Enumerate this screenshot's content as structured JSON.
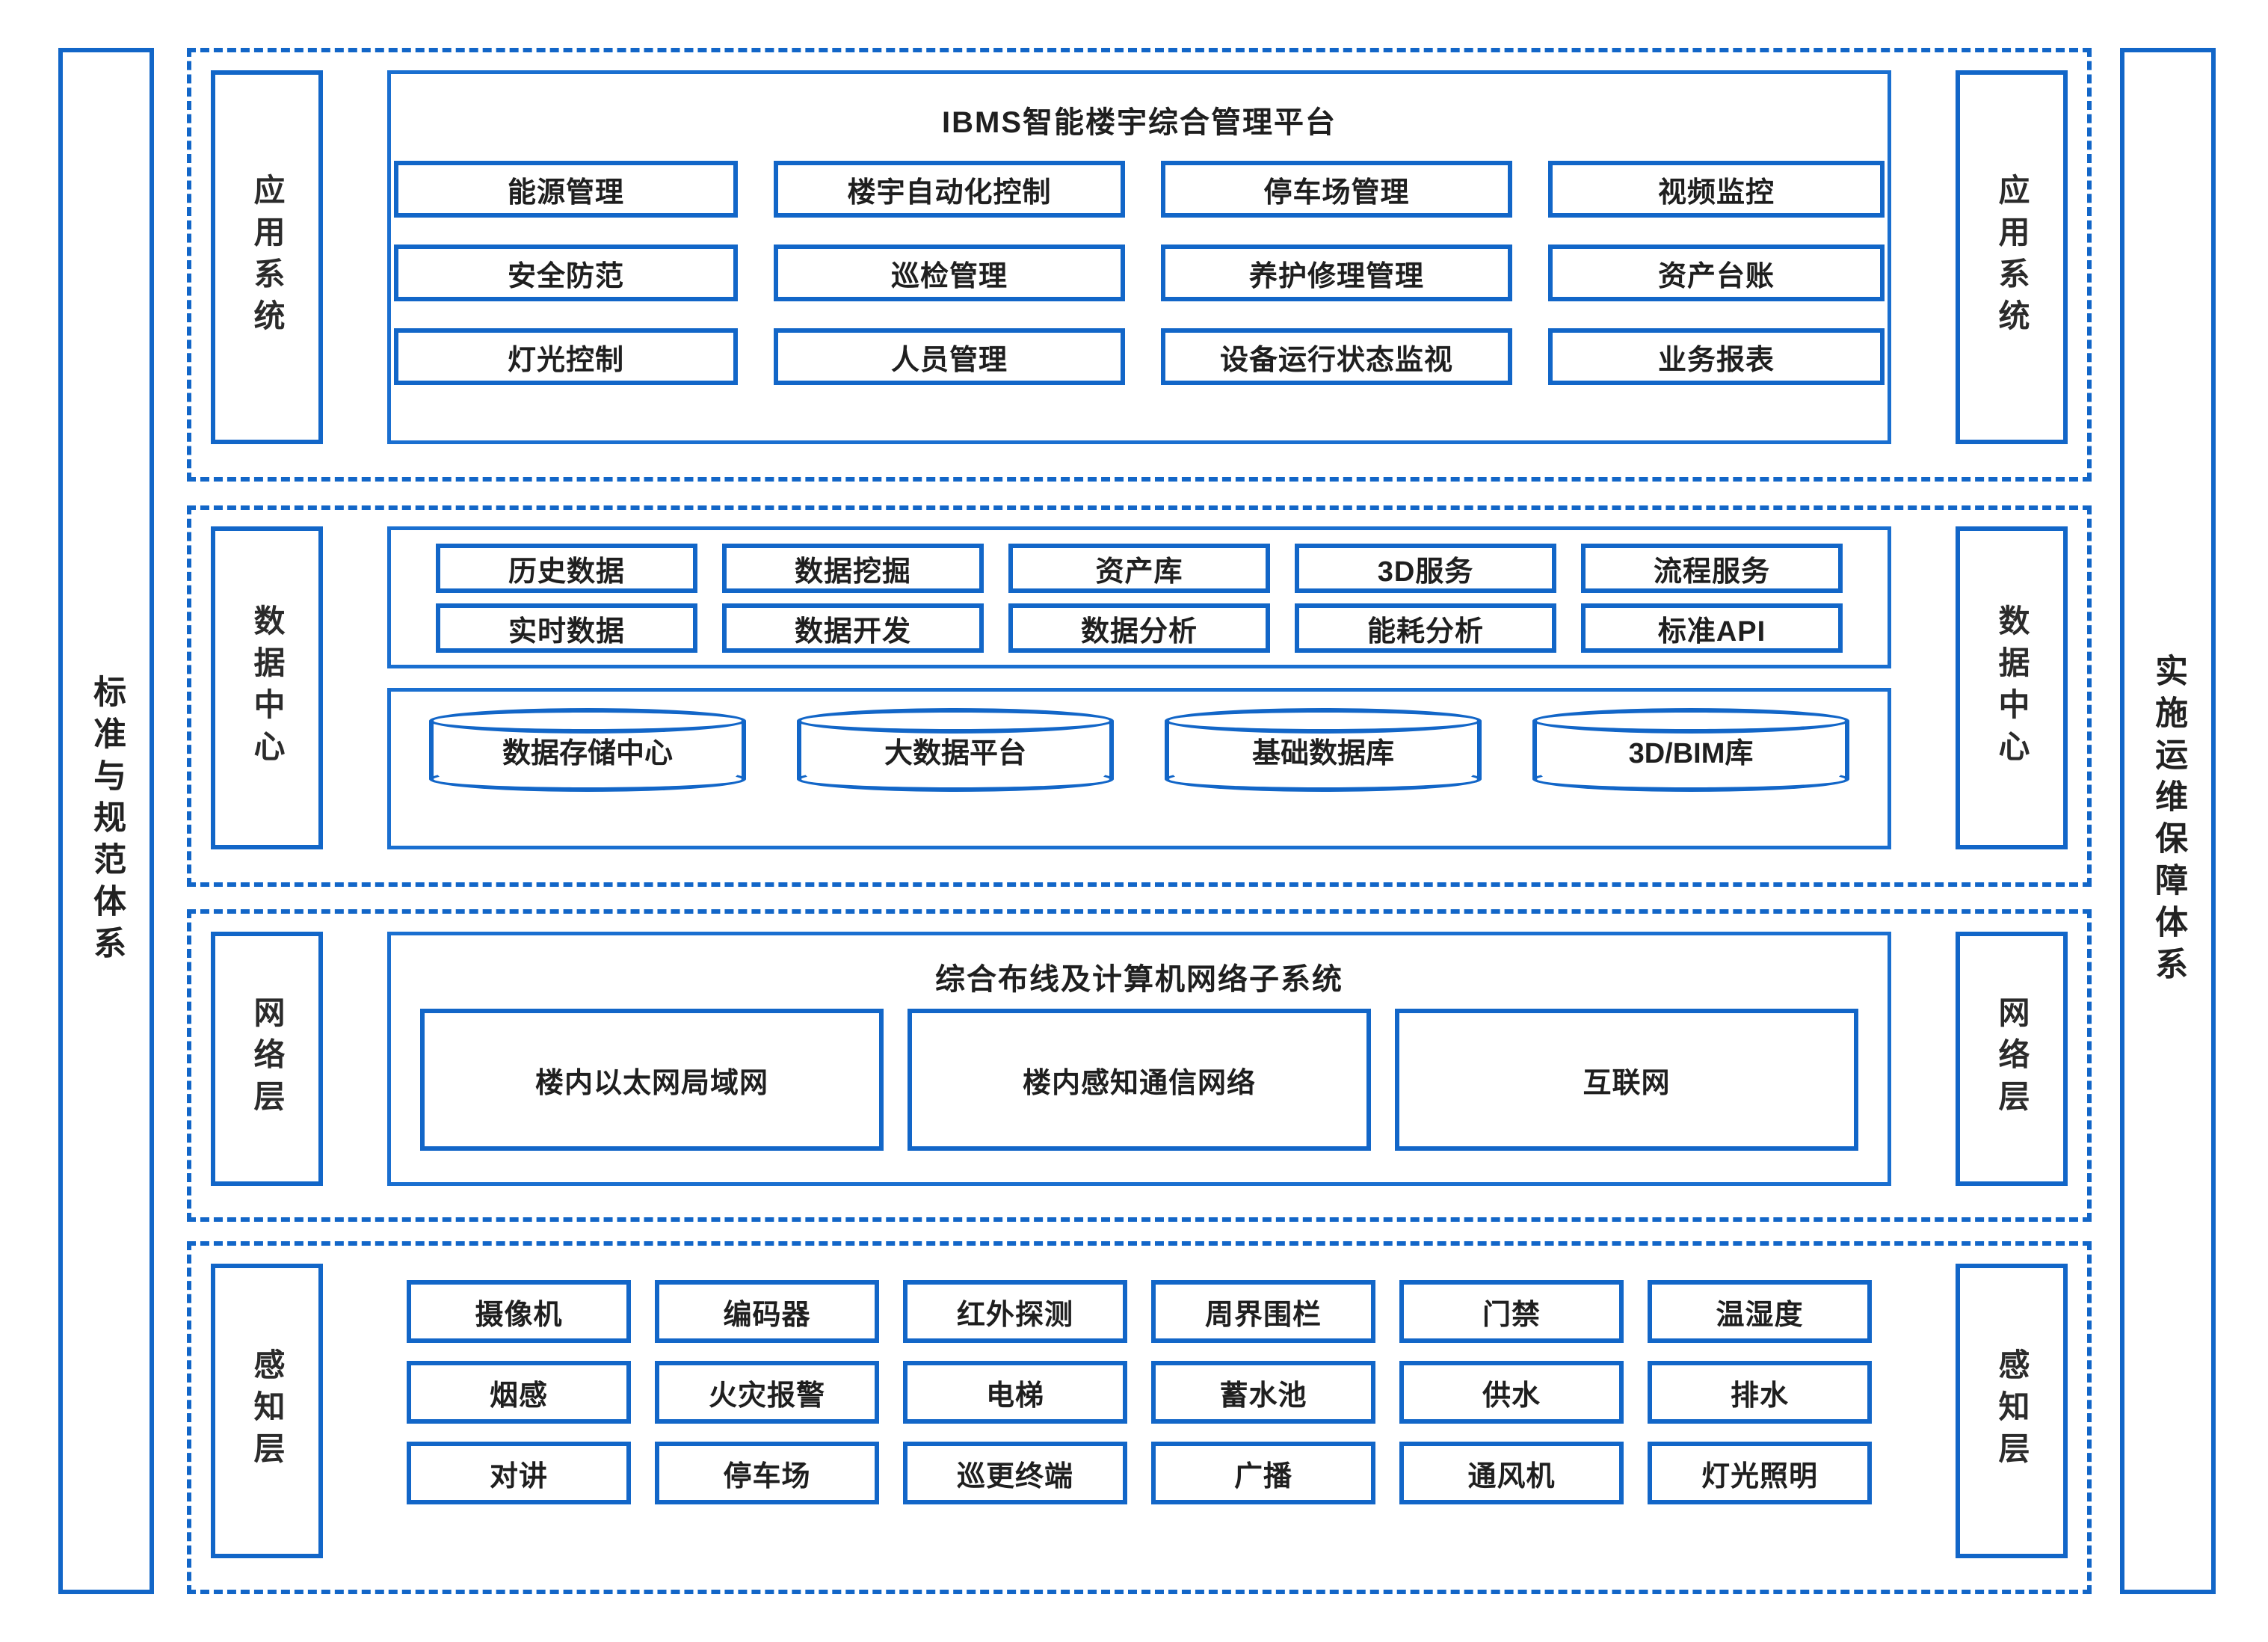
{
  "pillars": {
    "left": {
      "label": "标准与规范体系"
    },
    "right": {
      "label": "实施运维保障体系"
    }
  },
  "colors": {
    "accent_blue": "#1266c8",
    "panel_blue": "#1a6fd0",
    "text": "#1f1f1f",
    "background": "#ffffff"
  },
  "layers": [
    {
      "id": "application",
      "tag_left": "应用系统",
      "tag_right": "应用系统",
      "title": "IBMS智能楼宇综合管理平台",
      "items": [
        "能源管理",
        "楼宇自动化控制",
        "停车场管理",
        "视频监控",
        "安全防范",
        "巡检管理",
        "养护修理管理",
        "资产台账",
        "灯光控制",
        "人员管理",
        "设备运行状态监视",
        "业务报表"
      ]
    },
    {
      "id": "data-center",
      "tag_left": "数据中心",
      "tag_right": "数据中心",
      "services": [
        "历史数据",
        "数据挖掘",
        "资产库",
        "3D服务",
        "流程服务",
        "实时数据",
        "数据开发",
        "数据分析",
        "能耗分析",
        "标准API"
      ],
      "databases": [
        "数据存储中心",
        "大数据平台",
        "基础数据库",
        "3D/BIM库"
      ]
    },
    {
      "id": "network",
      "tag_left": "网络层",
      "tag_right": "网络层",
      "title": "综合布线及计算机网络子系统",
      "items": [
        "楼内以太网局域网",
        "楼内感知通信网络",
        "互联网"
      ]
    },
    {
      "id": "perception",
      "tag_left": "感知层",
      "tag_right": "感知层",
      "items": [
        "摄像机",
        "编码器",
        "红外探测",
        "周界围栏",
        "门禁",
        "温湿度",
        "烟感",
        "火灾报警",
        "电梯",
        "蓄水池",
        "供水",
        "排水",
        "对讲",
        "停车场",
        "巡更终端",
        "广播",
        "通风机",
        "灯光照明"
      ]
    }
  ]
}
